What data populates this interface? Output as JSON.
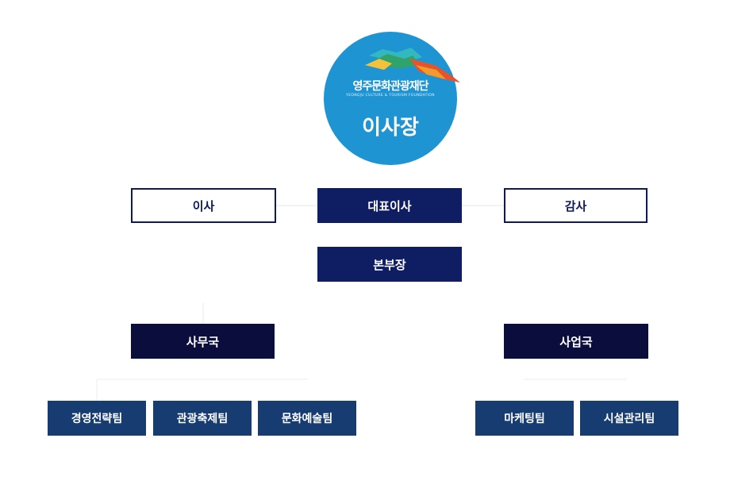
{
  "top": {
    "logo_name": "영주문화관광재단",
    "logo_sub": "YEONGJU CULTURE & TOURISM FOUNDATION",
    "title": "이사장"
  },
  "row1": {
    "director": "이사",
    "ceo": "대표이사",
    "auditor": "감사"
  },
  "head": "본부장",
  "bureaus": {
    "office": "사무국",
    "business": "사업국"
  },
  "teams": {
    "office": [
      "경영전략팀",
      "관광축제팀",
      "문화예술팀"
    ],
    "business": [
      "마케팅팀",
      "시설관리팀"
    ]
  }
}
